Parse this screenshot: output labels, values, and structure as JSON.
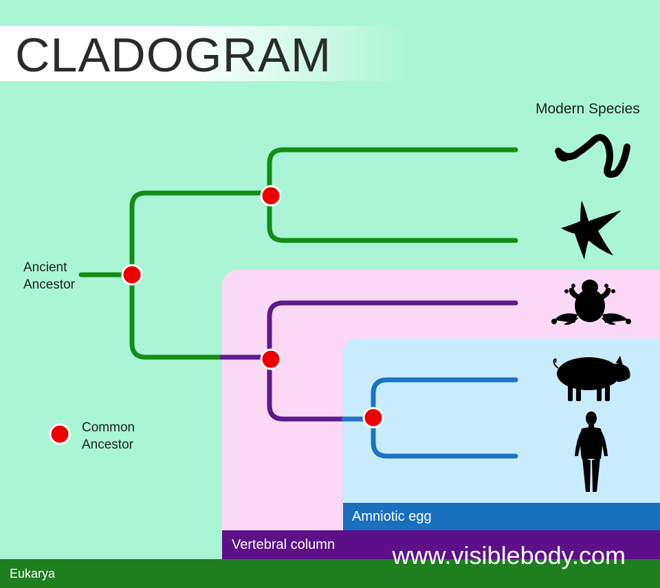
{
  "title": "CLADOGRAM",
  "header_right": "Modern Species",
  "labels": {
    "ancient_ancestor_line1": "Ancient",
    "ancient_ancestor_line2": "Ancestor",
    "legend_line1": "Common",
    "legend_line2": "Ancestor"
  },
  "groups": {
    "eukarya": "Eukarya",
    "vertebral": "Vertebral column",
    "amniotic": "Amniotic egg"
  },
  "website": "www.visiblebody.com",
  "species_icons": [
    "snake-icon",
    "starfish-icon",
    "frog-icon",
    "pig-icon",
    "human-icon"
  ],
  "colors": {
    "background": "#a9f5d5",
    "eukarya_band": "#1f7f1f",
    "vertebral_panel": "#fbd9f6",
    "vertebral_band": "#5e1088",
    "amniotic_panel": "#c7ecfb",
    "amniotic_band": "#1a6fbf",
    "green_branch": "#148c14",
    "purple_branch": "#5e1a8e",
    "blue_branch": "#1f72c4",
    "node": "#ee0000"
  }
}
